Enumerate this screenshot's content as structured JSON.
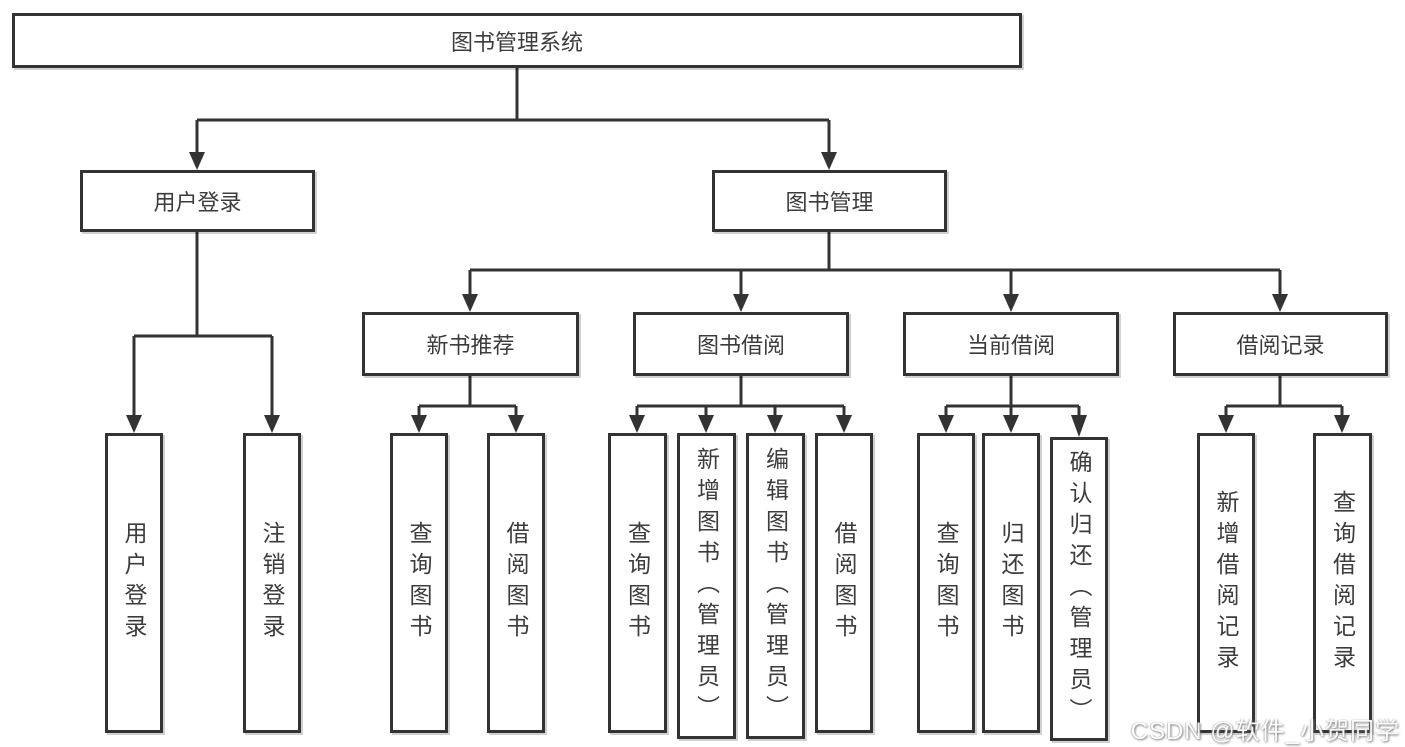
{
  "diagram": {
    "watermark": "CSDN @软件_小贺同学",
    "colors": {
      "line": "#333333",
      "text": "#3c3c3c",
      "box_background": "#ffffff",
      "watermark_text": "#ffffff"
    },
    "nodes": {
      "root": {
        "label": "图书管理系统"
      },
      "user_login": {
        "label": "用户登录"
      },
      "book_mgmt": {
        "label": "图书管理"
      },
      "user_login_children": [
        {
          "label": "用户登录"
        },
        {
          "label": "注销登录"
        }
      ],
      "book_mgmt_children": [
        {
          "label": "新书推荐",
          "children": [
            "查询图书",
            "借阅图书"
          ]
        },
        {
          "label": "图书借阅",
          "children": [
            "查询图书",
            "新增图书（管理员）",
            "编辑图书（管理员）",
            "借阅图书"
          ]
        },
        {
          "label": "当前借阅",
          "children": [
            "查询图书",
            "归还图书",
            "确认归还（管理员）"
          ]
        },
        {
          "label": "借阅记录",
          "children": [
            "新增借阅记录",
            "查询借阅记录"
          ]
        }
      ]
    }
  }
}
